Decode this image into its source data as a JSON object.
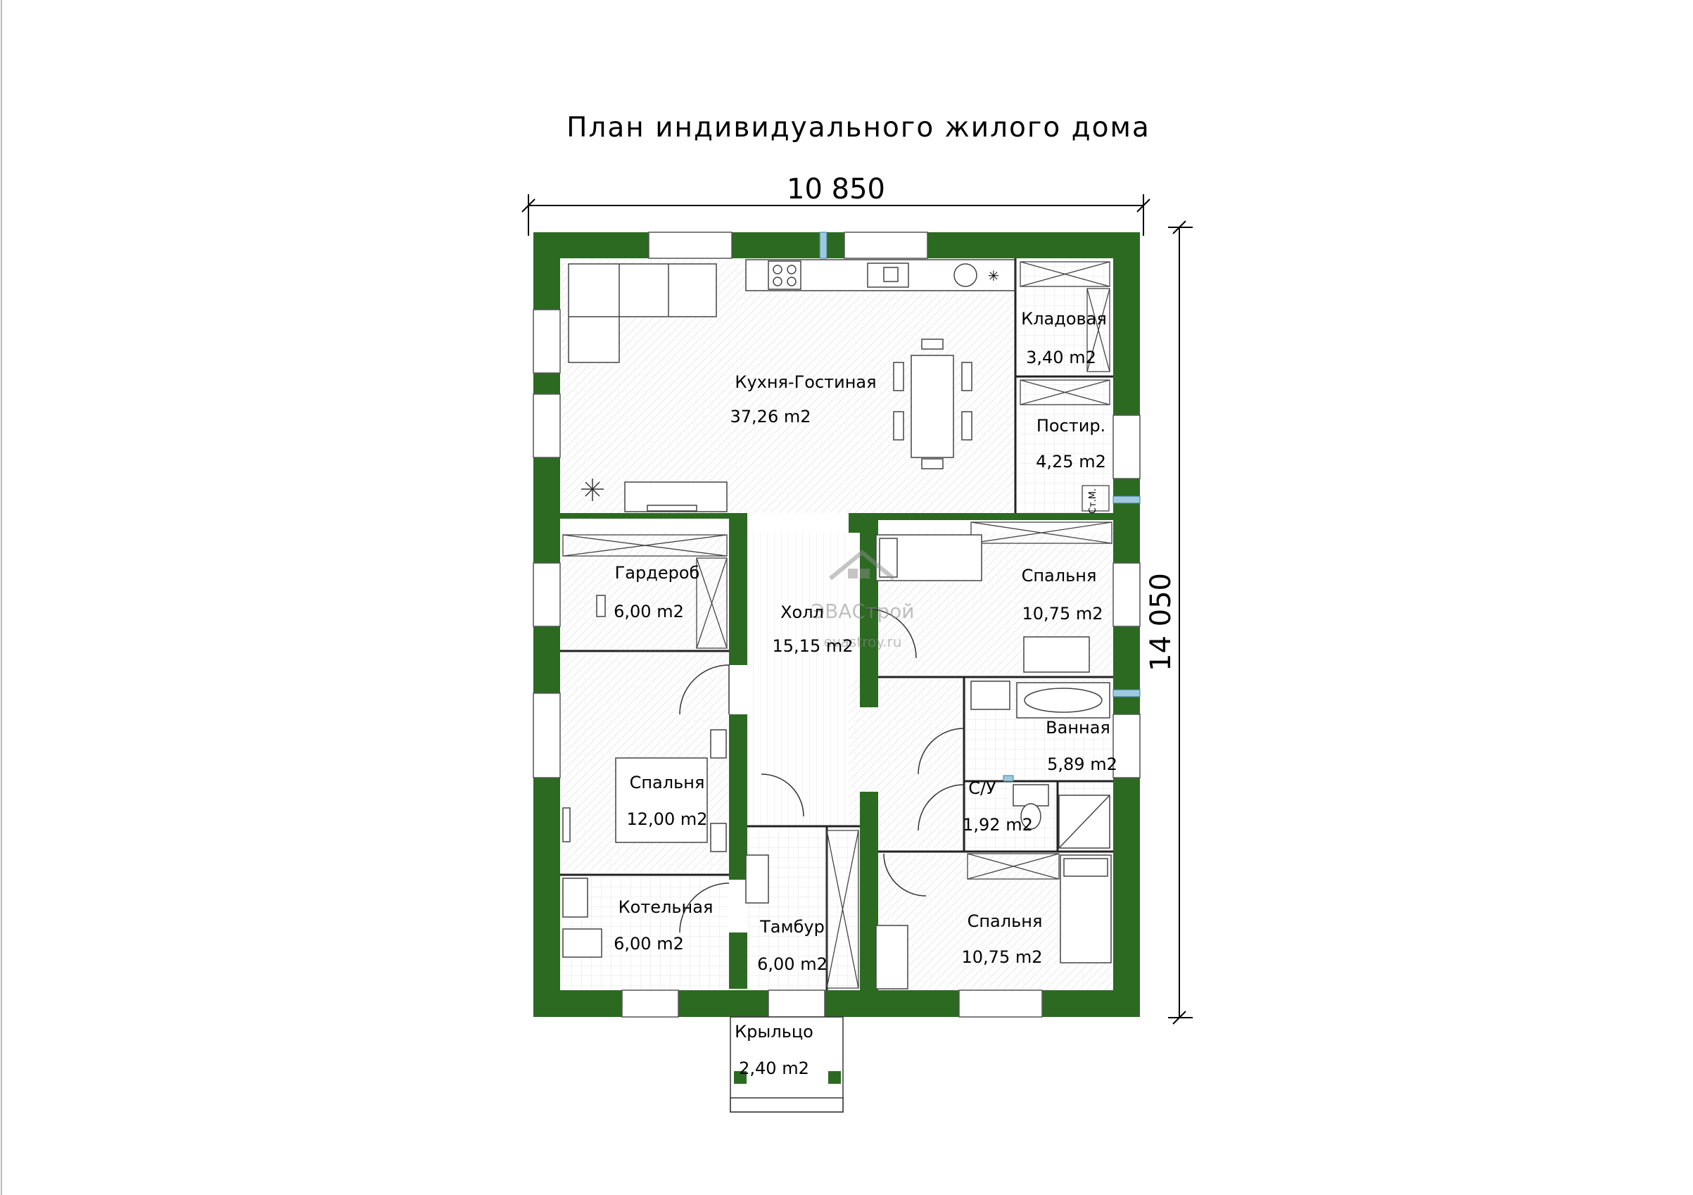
{
  "title": "План индивидуального жилого дома",
  "dimensions": {
    "width": "10 850",
    "height": "14 050"
  },
  "colors": {
    "wall": "#2c6a22",
    "floor": "#f1f1f1",
    "window": "#9fc9de",
    "line": "#222222"
  },
  "rooms": [
    {
      "id": "kitchen",
      "name": "Кухня-Гостиная",
      "area": "37,26 m2"
    },
    {
      "id": "pantry",
      "name": "Кладовая",
      "area": "3,40 m2"
    },
    {
      "id": "laundry",
      "name": "Постир.",
      "area": "4,25 m2",
      "extra": "Ст.М."
    },
    {
      "id": "wardrobe",
      "name": "Гардероб",
      "area": "6,00 m2"
    },
    {
      "id": "hall",
      "name": "Холл",
      "area": "15,15 m2"
    },
    {
      "id": "bedroom-ne",
      "name": "Спальня",
      "area": "10,75 m2"
    },
    {
      "id": "bathroom",
      "name": "Ванная",
      "area": "5,89 m2"
    },
    {
      "id": "bedroom-w",
      "name": "Спальня",
      "area": "12,00 m2"
    },
    {
      "id": "wc",
      "name": "С/У",
      "area": "1,92 m2"
    },
    {
      "id": "boiler",
      "name": "Котельная",
      "area": "6,00 m2"
    },
    {
      "id": "vestibule",
      "name": "Тамбур",
      "area": "6,00 m2"
    },
    {
      "id": "bedroom-se",
      "name": "Спальня",
      "area": "10,75 m2"
    },
    {
      "id": "porch",
      "name": "Крыльцо",
      "area": "2,40 m2"
    }
  ],
  "watermark": {
    "brand": "ЭВАСтрой",
    "site": "evastroy.ru"
  }
}
